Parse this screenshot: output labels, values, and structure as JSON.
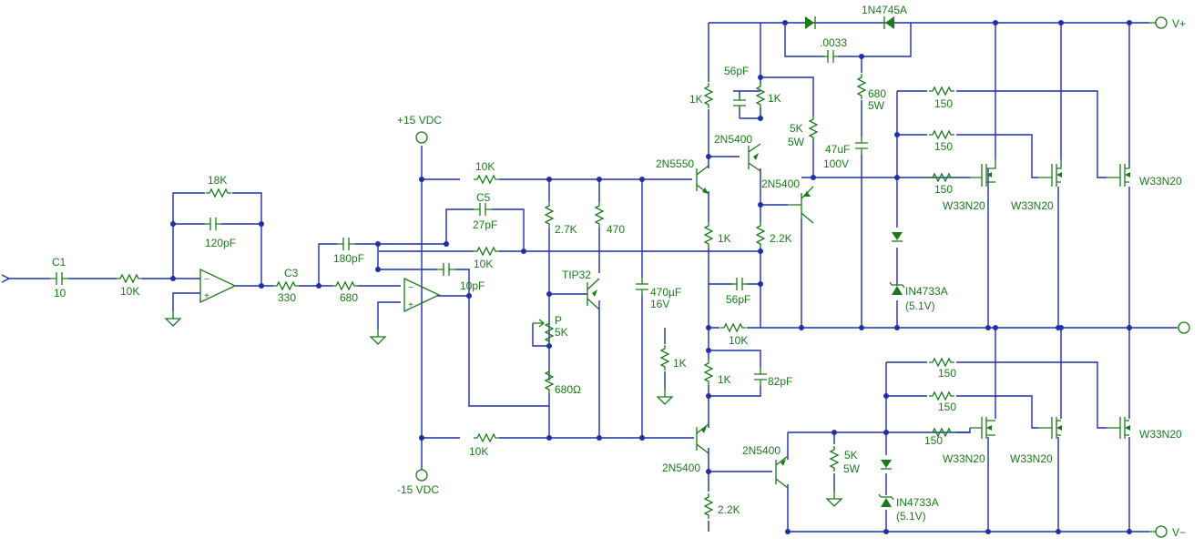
{
  "labels": {
    "c1": "C1",
    "c1_val": "10",
    "r_in": "10K",
    "r18k": "18K",
    "c120": "120pF",
    "c3": "C3",
    "r330": "330",
    "r680a": "680",
    "c180": "180pF",
    "c5": "C5",
    "c27": "27pF",
    "r10k_fb": "10K",
    "r10k_top": "10K",
    "r10k_bot": "10K",
    "c10p": "10pF",
    "vpos15": "+15 VDC",
    "vneg15": "-15 VDC",
    "r2k7": "2.7K",
    "r470": "470",
    "tip32": "TIP32",
    "pot_p": "P",
    "pot_5k": "5K",
    "r680ohm": "680Ω",
    "c470u": "470µF",
    "c470u_v": "16V",
    "q2n5550": "2N5550",
    "r1k_a": "1K",
    "r1k_b": "1K",
    "c56a": "56pF",
    "r1k_c": "1K",
    "q2n5400_a": "2N5400",
    "q2n5400_b": "2N5400",
    "r5k5w_a": "5K",
    "r5k5w_a_w": "5W",
    "r2k2_a": "2.2K",
    "c56b": "56pF",
    "r10k_mid": "10K",
    "r1k_d": "1K",
    "r1k_e": "1K",
    "c82": "82pF",
    "q2n5400_c": "2N5400",
    "q2n5400_d": "2N5400",
    "r2k2_b": "2.2K",
    "r5k5w_b": "5K",
    "r5k5w_b_w": "5W",
    "d1n4745": "1N4745A",
    "c0033": ".0033",
    "r680_5w": "680",
    "r680_5w_w": "5W",
    "c47u": "47uF",
    "c47u_v": "100V",
    "r150_1": "150",
    "r150_2": "150",
    "r150_3": "150",
    "r150_4": "150",
    "r150_5": "150",
    "r150_6": "150",
    "z1": "IN4733A",
    "z1_v": "(5.1V)",
    "z2": "IN4733A",
    "z2_v": "(5.1V)",
    "m1": "W33N20",
    "m2": "W33N20",
    "m3": "W33N20",
    "m4": "W33N20",
    "m5": "W33N20",
    "m6": "W33N20",
    "vplus": "V+",
    "vminus": "V−"
  }
}
